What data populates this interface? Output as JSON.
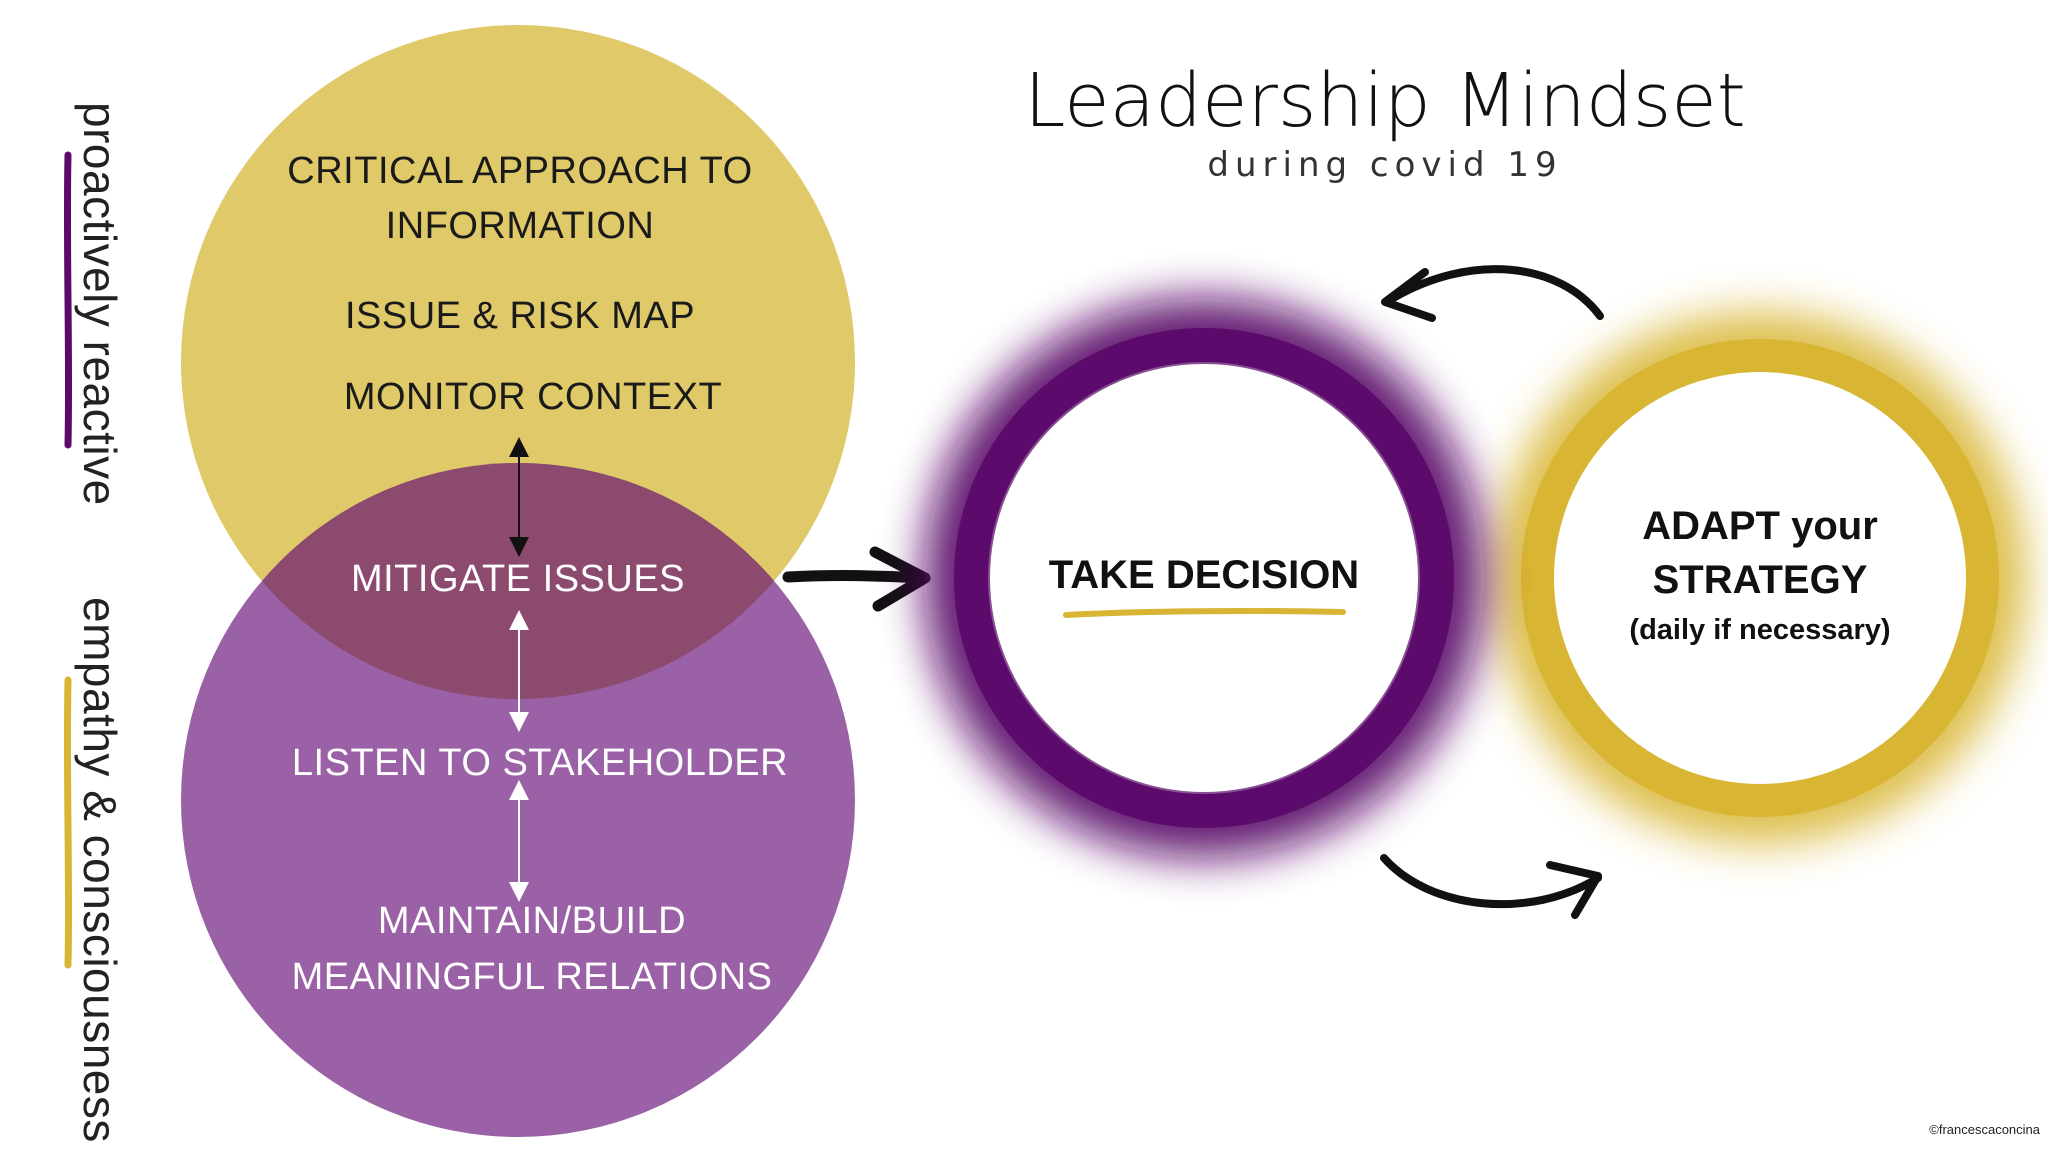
{
  "title": "Leadership Mindset",
  "subtitle": "during covid 19",
  "side_labels": {
    "top": "proactively reactive",
    "bottom": "empathy & consciousness"
  },
  "top_circle_items": {
    "line1": "CRITICAL APPROACH TO",
    "line2": "INFORMATION",
    "issue": "ISSUE & RISK MAP",
    "monitor": "MONITOR CONTEXT"
  },
  "overlap_item": "MITIGATE ISSUES",
  "bottom_circle_items": {
    "listen": "LISTEN TO STAKEHOLDER",
    "maintain1": "MAINTAIN/BUILD",
    "maintain2": "MEANINGFUL RELATIONS"
  },
  "decision_ring": {
    "label": "TAKE DECISION"
  },
  "adapt_ring": {
    "line1": "ADAPT your",
    "line2": "STRATEGY",
    "line3": "(daily if necessary)"
  },
  "credit": "©francescaconcina",
  "colors": {
    "gold": "#d9bf4f",
    "purple": "#8d4b9a",
    "overlap": "#8b4a6e",
    "deep_purple": "#5c0a6b",
    "ring_gold": "#d8b533"
  }
}
